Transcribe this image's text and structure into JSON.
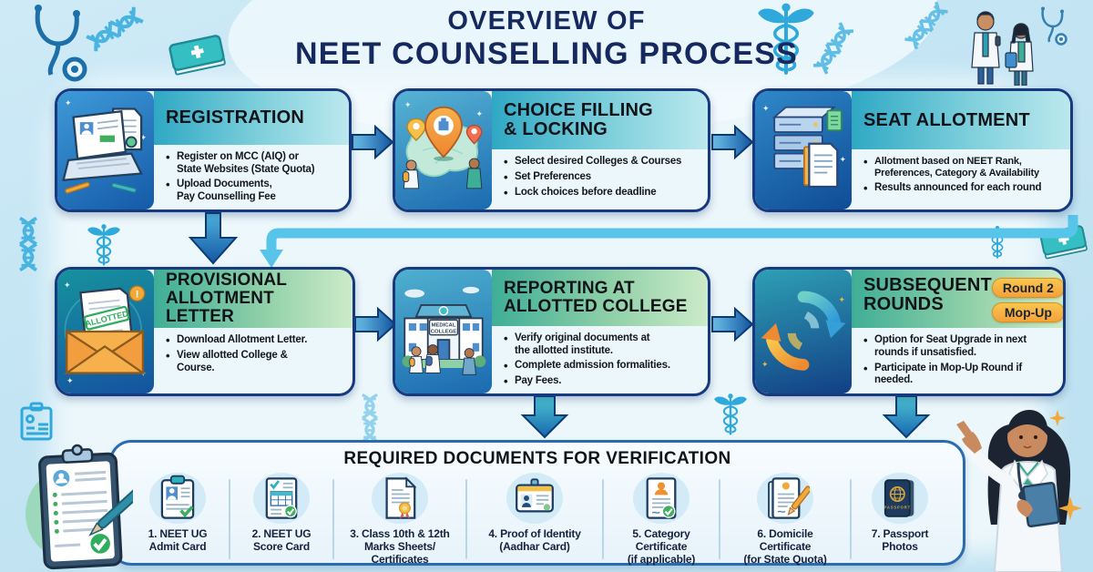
{
  "title": {
    "line1": "OVERVIEW OF",
    "line2": "NEET COUNSELLING PROCESS"
  },
  "steps": [
    {
      "title": "REGISTRATION",
      "icon": "laptop-documents-icon",
      "bullets": [
        "Register on MCC (AIQ) or\nState Websites (State Quota)",
        "Upload Documents,\nPay Counselling Fee"
      ]
    },
    {
      "title": "CHOICE FILLING\n& LOCKING",
      "icon": "map-pins-icon",
      "bullets": [
        "Select desired Colleges & Courses",
        "Set Preferences",
        "Lock choices before deadline"
      ]
    },
    {
      "title": "SEAT ALLOTMENT",
      "icon": "server-stack-icon",
      "bullets": [
        "Allotment based on NEET Rank,\nPreferences, Category & Availability",
        "Results announced for each round"
      ]
    },
    {
      "title": "PROVISIONAL\nALLOTMENT LETTER",
      "icon": "allotment-envelope-icon",
      "bullets": [
        "Download Allotment Letter.",
        "View allotted College &\nCourse."
      ]
    },
    {
      "title": "REPORTING AT\nALLOTTED COLLEGE",
      "icon": "college-building-icon",
      "bullets": [
        "Verify original documents at\nthe allotted institute.",
        "Complete admission formalities.",
        "Pay Fees."
      ]
    },
    {
      "title": "SUBSEQUENT\nROUNDS",
      "icon": "cycle-arrows-icon",
      "badges": [
        "Round 2",
        "Mop-Up"
      ],
      "bullets": [
        "Option for Seat Upgrade in next\nrounds if unsatisfied.",
        "Participate in Mop-Up Round if\nneeded."
      ]
    }
  ],
  "documents": {
    "title": "REQUIRED DOCUMENTS FOR VERIFICATION",
    "items": [
      {
        "label": "1. NEET UG\nAdmit Card",
        "icon": "admit-card-icon"
      },
      {
        "label": "2. NEET UG\nScore Card",
        "icon": "score-card-icon"
      },
      {
        "label": "3. Class 10th & 12th\nMarks Sheets/\nCertificates",
        "icon": "marks-sheet-icon"
      },
      {
        "label": "4. Proof of Identity\n(Aadhar Card)",
        "icon": "id-card-icon"
      },
      {
        "label": "5. Category\nCertificate\n(if applicable)",
        "icon": "category-certificate-icon"
      },
      {
        "label": "6. Domicile\nCertificate\n(for State Quota)",
        "icon": "domicile-certificate-icon"
      },
      {
        "label": "7. Passport\nPhotos",
        "icon": "passport-icon"
      }
    ]
  },
  "illustrations": {
    "allotted_stamp": "ALLOTTED",
    "college_sign_line1": "MEDICAL",
    "college_sign_line2": "COLLEGE",
    "passport_text": "PASSPORT",
    "alert_glyph": "!"
  },
  "colors": {
    "title_navy": "#16295e",
    "card_border": "#17397f",
    "row1_header_teal": "#2fa8c4",
    "row2_header_green": "#3fae96",
    "badge_orange": "#f6b44a",
    "arrow_blue": "#1a5fae",
    "connector_blue": "#57c4e9"
  }
}
